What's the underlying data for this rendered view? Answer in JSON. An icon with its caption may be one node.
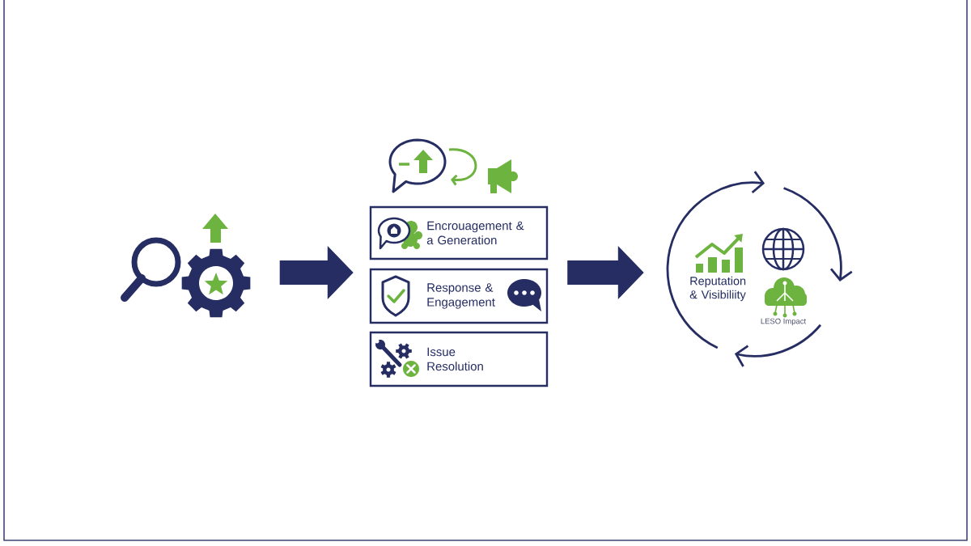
{
  "diagram": {
    "nodes": [
      {
        "text": [],
        "shape": "picture"
      },
      {
        "text": [
          "Encrouagement & a Generation"
        ]
      },
      {
        "text": [
          "Response & Engagement"
        ]
      },
      {
        "text": [
          "Issue Resolution"
        ]
      },
      {
        "text": [
          "Reputation & Visibiliity",
          "LESO Impact"
        ]
      }
    ],
    "edges": [
      {
        "from": 0,
        "to": 2,
        "arrow": "to"
      },
      {
        "from": 2,
        "to": 4,
        "arrow": "to"
      }
    ]
  }
}
